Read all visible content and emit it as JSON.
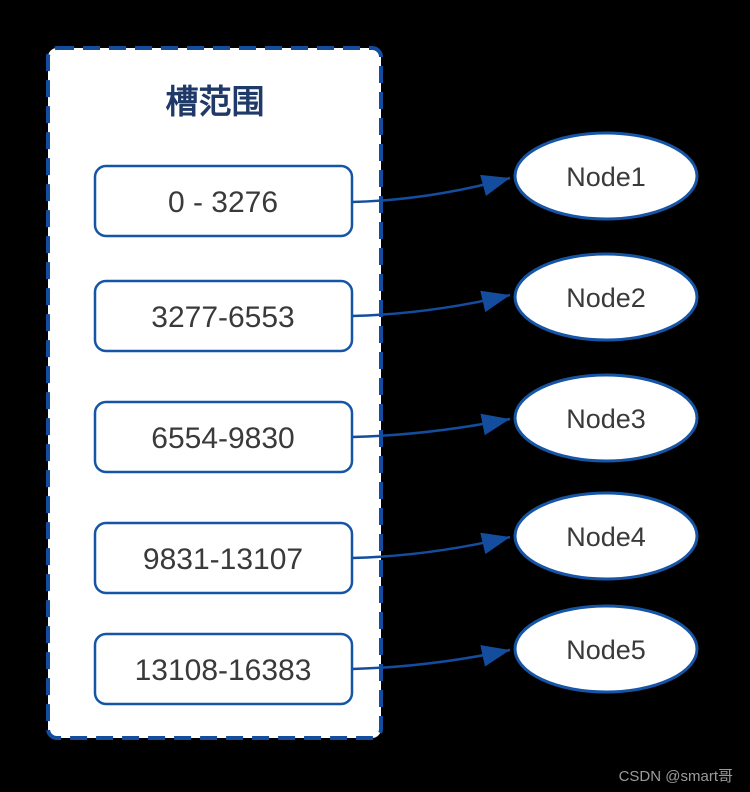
{
  "diagram": {
    "panel_title": "槽范围",
    "slots": [
      {
        "range": "0 - 3276",
        "node": "Node1"
      },
      {
        "range": "3277-6553",
        "node": "Node2"
      },
      {
        "range": "6554-9830",
        "node": "Node3"
      },
      {
        "range": "9831-13107",
        "node": "Node4"
      },
      {
        "range": "13108-16383",
        "node": "Node5"
      }
    ],
    "colors": {
      "background": "#000000",
      "panel_fill": "#ffffff",
      "stroke_blue": "#144d9e",
      "box_stroke_blue": "#1655a6",
      "title_navy": "#1f3a68",
      "text_dark": "#3a3a3a",
      "watermark_gray": "#9b9b9b"
    }
  },
  "watermark": "CSDN @smart哥"
}
